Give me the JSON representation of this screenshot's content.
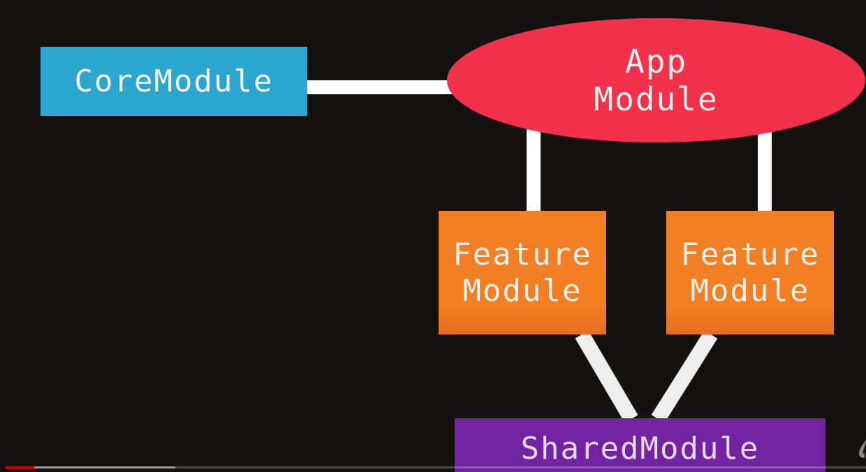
{
  "nodes": {
    "core": "CoreModule",
    "app": "App\nModule",
    "feature_1": "Feature\nModule",
    "feature_2": "Feature\nModule",
    "shared": "SharedModule"
  },
  "colors": {
    "core": "#2ba6cf",
    "app": "#f2314c",
    "feature": "#f27f23",
    "shared": "#7223a2",
    "connector": "#ffffff",
    "background": "#141110"
  },
  "edges": [
    {
      "from": "core",
      "to": "app"
    },
    {
      "from": "app",
      "to": "feature_1"
    },
    {
      "from": "app",
      "to": "feature_2"
    },
    {
      "from": "feature_1",
      "to": "shared"
    },
    {
      "from": "feature_2",
      "to": "shared"
    }
  ],
  "video": {
    "played_fraction": 0.033,
    "buffered_fraction": 0.197
  }
}
